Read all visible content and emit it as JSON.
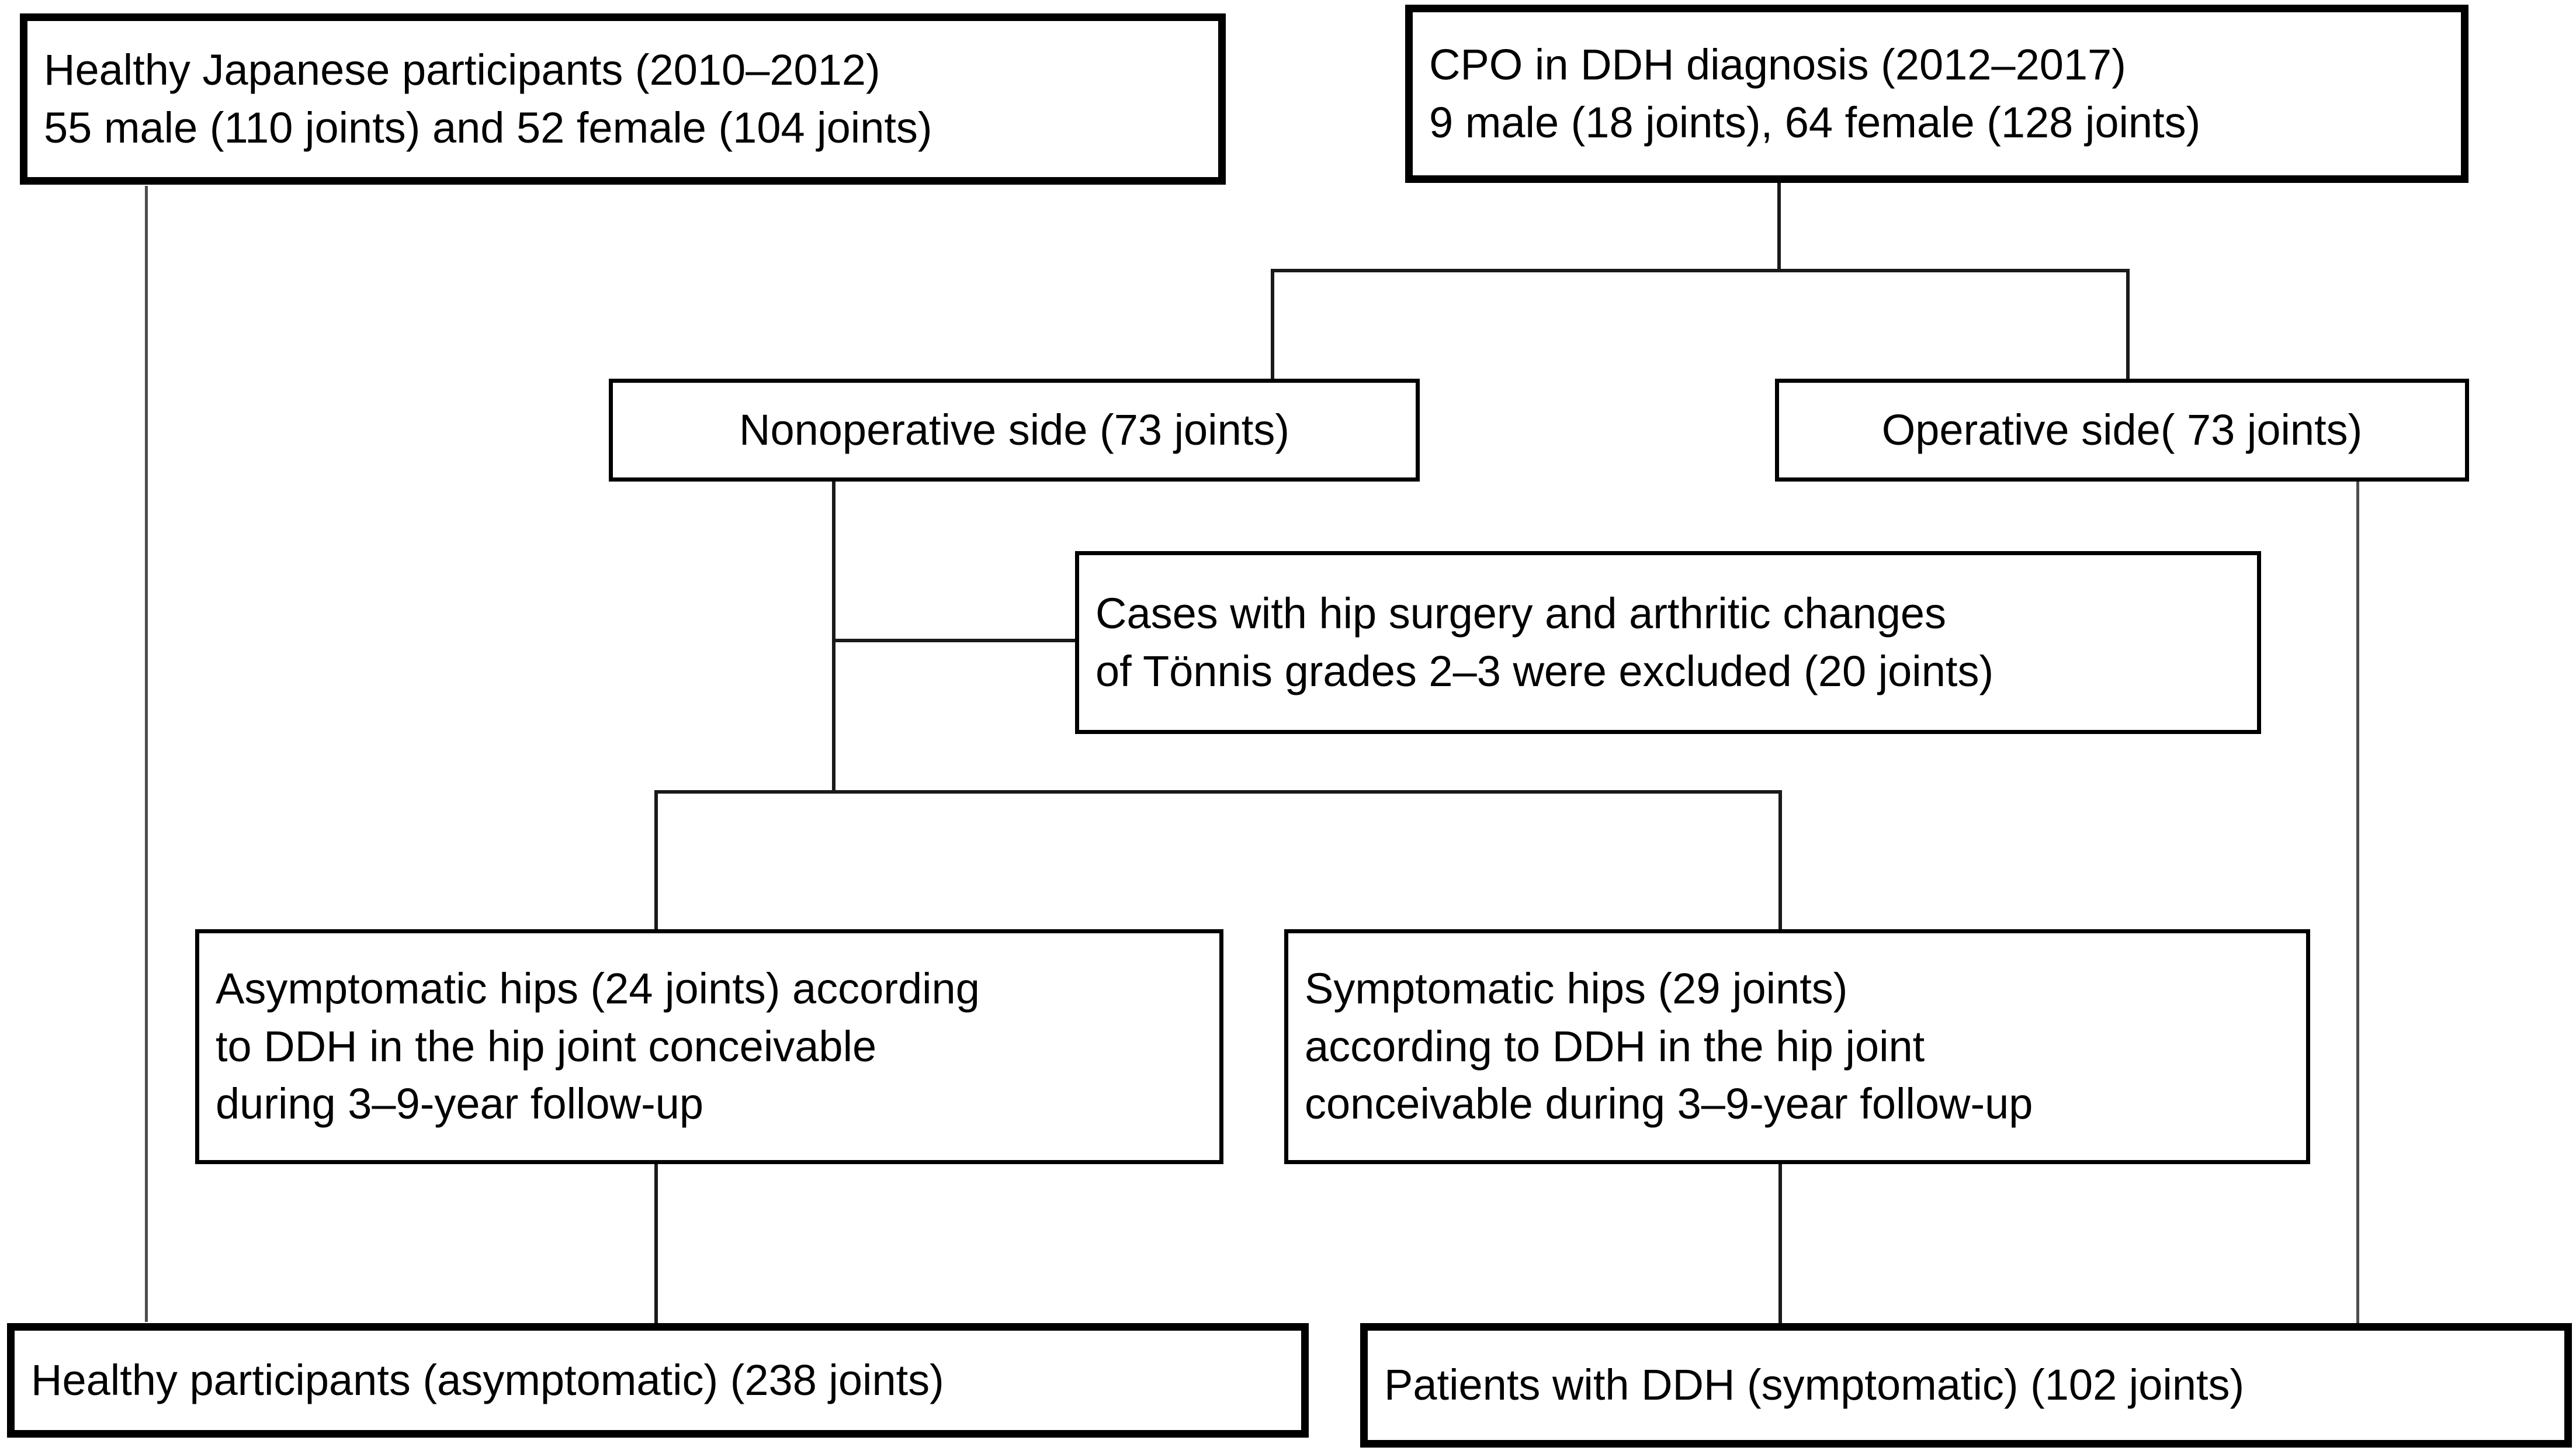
{
  "diagram": {
    "title": "Study participant flow diagram",
    "colors": {
      "border": "#000000",
      "connector": "#1a1a1a",
      "connector_thin": "#4d4d4d",
      "background": "#ffffff",
      "text": "#000000"
    },
    "nodes": {
      "healthy_cohort": {
        "name": "healthy-japanese-participants-box",
        "lines": [
          "Healthy Japanese participants (2010–2012)",
          "55 male (110 joints) and 52 female (104 joints)"
        ]
      },
      "cpo_cohort": {
        "name": "cpo-ddh-diagnosis-box",
        "lines": [
          "CPO in DDH diagnosis (2012–2017)",
          "9 male (18 joints), 64 female (128 joints)"
        ]
      },
      "nonoperative": {
        "name": "nonoperative-side-box",
        "lines": [
          "Nonoperative side (73 joints)"
        ]
      },
      "operative": {
        "name": "operative-side-box",
        "lines": [
          "Operative side( 73 joints)"
        ]
      },
      "excluded": {
        "name": "exclusion-criteria-box",
        "lines": [
          "Cases with hip surgery and arthritic changes",
          "of Tönnis grades 2–3 were excluded (20 joints)"
        ]
      },
      "asymptomatic": {
        "name": "asymptomatic-hips-box",
        "lines": [
          "Asymptomatic hips (24 joints) according",
          "to DDH in the hip joint conceivable",
          "during 3–9-year follow-up"
        ]
      },
      "symptomatic": {
        "name": "symptomatic-hips-box",
        "lines": [
          "Symptomatic hips (29 joints)",
          "according to DDH in the hip joint",
          "conceivable during 3–9-year follow-up"
        ]
      },
      "healthy_final": {
        "name": "healthy-participants-final-box",
        "lines": [
          "Healthy participants (asymptomatic) (238 joints)"
        ]
      },
      "ddh_final": {
        "name": "patients-with-ddh-final-box",
        "lines": [
          "Patients with DDH (symptomatic) (102 joints)"
        ]
      }
    }
  }
}
